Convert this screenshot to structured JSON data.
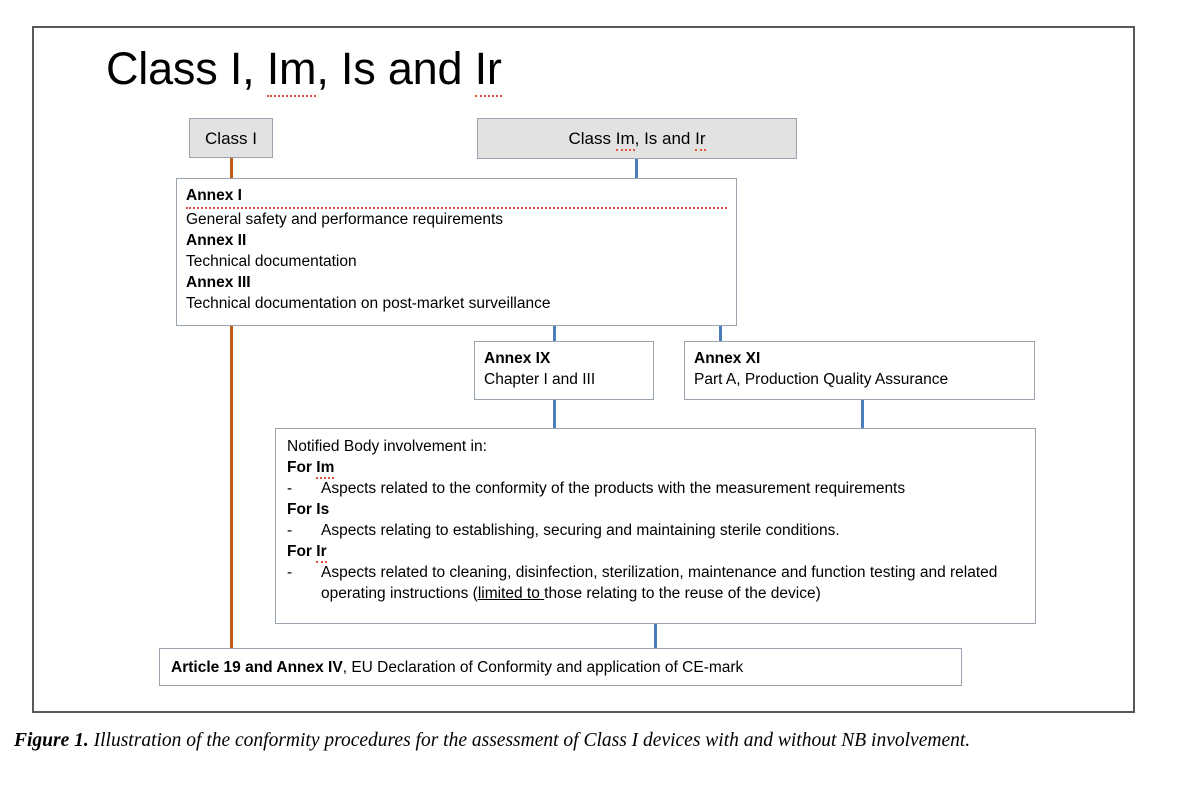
{
  "figure": {
    "title": "Class I, Im, Is and Ir",
    "title_parts": {
      "prefix": "Class I, ",
      "im": "Im",
      "mid": ", Is and ",
      "ir": "Ir"
    },
    "caption_label": "Figure 1.",
    "caption_text": " Illustration of the conformity procedures for the assessment of Class I devices with and without NB involvement."
  },
  "colors": {
    "frame_border": "#595959",
    "node_border": "#9aa3b0",
    "node_grey_fill": "#e2e2e2",
    "connector_blue": "#4a7ebb",
    "connector_orange": "#c55a11",
    "spellcheck_red": "#e8503a"
  },
  "nodes": {
    "class_i": {
      "label": "Class I"
    },
    "class_im_is_ir": {
      "label_prefix": "Class ",
      "label_im": "Im",
      "label_mid": ", Is and ",
      "label_ir": "Ir"
    },
    "annex_123": {
      "rows": [
        {
          "heading": "Annex I",
          "text": "General safety and performance requirements"
        },
        {
          "heading": "Annex II",
          "text": "Technical documentation"
        },
        {
          "heading": "Annex III",
          "text": "Technical documentation on post-market surveillance"
        }
      ]
    },
    "annex_ix": {
      "heading": "Annex IX",
      "text": "Chapter I and III"
    },
    "annex_xi": {
      "heading": "Annex XI",
      "text": "Part A, Production Quality Assurance"
    },
    "notified_body": {
      "intro": "Notified Body involvement in:",
      "groups": [
        {
          "heading": "For Im",
          "heading_prefix": "For ",
          "heading_code": "Im",
          "bullets": [
            {
              "dash": "-",
              "text": "Aspects related to the conformity of the products with the measurement requirements"
            }
          ]
        },
        {
          "heading": "For Is",
          "heading_prefix": "For ",
          "heading_code": "Is",
          "bullets": [
            {
              "dash": "-",
              "text": "Aspects relating to establishing, securing and maintaining sterile conditions."
            }
          ]
        },
        {
          "heading": "For Ir",
          "heading_prefix": "For ",
          "heading_code": "Ir",
          "bullets": [
            {
              "dash": "-",
              "text_part1": "Aspects related to cleaning, disinfection, sterilization, maintenance and function testing and related operating instructions (",
              "text_underlined": "limited to ",
              "text_part2": "those relating to the reuse of the device)"
            }
          ]
        }
      ]
    },
    "article_19": {
      "bold_part": "Article 19 and Annex IV",
      "rest_part": ", EU Declaration of Conformity and application of CE-mark"
    }
  }
}
